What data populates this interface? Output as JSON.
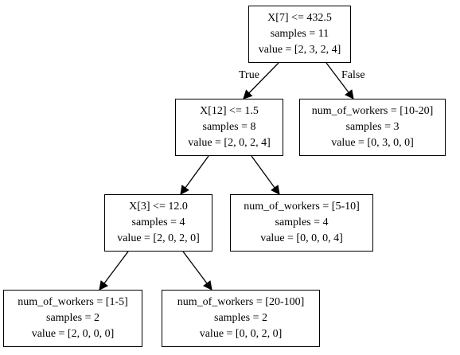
{
  "tree": {
    "nodes": [
      {
        "id": "n0",
        "lines": [
          "X[7] <= 432.5",
          "samples = 11",
          "value = [2, 3, 2, 4]"
        ]
      },
      {
        "id": "n1",
        "lines": [
          "X[12] <= 1.5",
          "samples = 8",
          "value = [2, 0, 2, 4]"
        ]
      },
      {
        "id": "n2",
        "lines": [
          "num_of_workers = [10-20]",
          "samples = 3",
          "value = [0, 3, 0, 0]"
        ]
      },
      {
        "id": "n3",
        "lines": [
          "X[3] <= 12.0",
          "samples = 4",
          "value = [2, 0, 2, 0]"
        ]
      },
      {
        "id": "n4",
        "lines": [
          "num_of_workers = [5-10]",
          "samples = 4",
          "value = [0, 0, 0, 4]"
        ]
      },
      {
        "id": "n5",
        "lines": [
          "num_of_workers = [1-5]",
          "samples = 2",
          "value = [2, 0, 0, 0]"
        ]
      },
      {
        "id": "n6",
        "lines": [
          "num_of_workers = [20-100]",
          "samples = 2",
          "value = [0, 0, 2, 0]"
        ]
      }
    ],
    "edges": [
      {
        "from": "n0",
        "to": "n1",
        "label": "True"
      },
      {
        "from": "n0",
        "to": "n2",
        "label": "False"
      },
      {
        "from": "n1",
        "to": "n3",
        "label": ""
      },
      {
        "from": "n1",
        "to": "n4",
        "label": ""
      },
      {
        "from": "n3",
        "to": "n5",
        "label": ""
      },
      {
        "from": "n3",
        "to": "n6",
        "label": ""
      }
    ]
  }
}
